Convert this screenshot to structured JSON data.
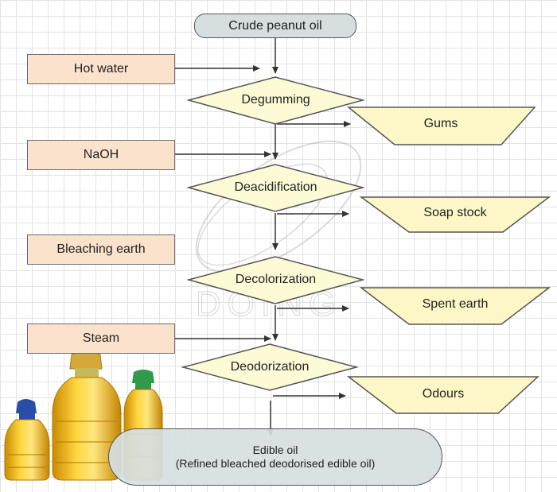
{
  "start": "Crude peanut oil",
  "inputs": [
    "Hot water",
    "NaOH",
    "Bleaching earth",
    "Steam"
  ],
  "processes": [
    "Degumming",
    "Deacidification",
    "Decolorization",
    "Deodorization"
  ],
  "outputs": [
    "Gums",
    "Soap stock",
    "Spent earth",
    "Odours"
  ],
  "end": {
    "line1": "Edible oil",
    "line2": "(Refined bleached deodorised edible oil)"
  },
  "watermark": "DOING",
  "colors": {
    "input_fill": "#fbe2cc",
    "process_fill": "#fdfbd6",
    "output_fill": "#fdf6c6",
    "terminal_fill": "#d6dee0"
  }
}
